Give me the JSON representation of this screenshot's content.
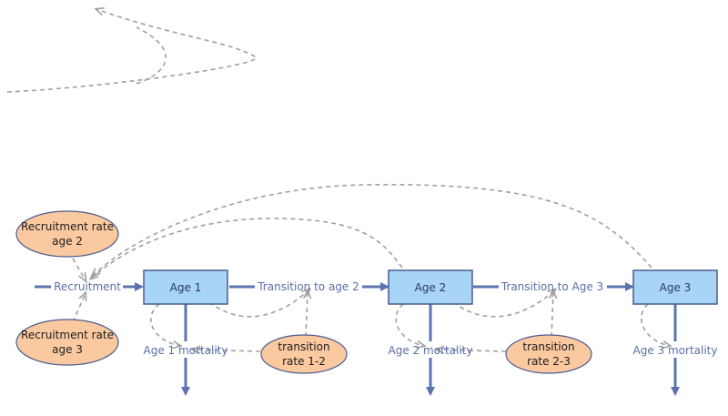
{
  "diagram": {
    "stocks": [
      {
        "id": "age1",
        "label": "Age 1"
      },
      {
        "id": "age2",
        "label": "Age 2"
      },
      {
        "id": "age3",
        "label": "Age 3"
      }
    ],
    "flows": {
      "recruitment": "Recruitment",
      "transition_1_2": "Transition to age 2",
      "transition_2_3": "Transition to Age 3",
      "mortality_1": "Age 1 mortality",
      "mortality_2": "Age 2 mortality",
      "mortality_3": "Age 3 mortality"
    },
    "converters": {
      "recruit_rate_2": {
        "line1": "Recruitment rate",
        "line2": "age 2"
      },
      "recruit_rate_3": {
        "line1": "Recruitment rate",
        "line2": "age 3"
      },
      "trans_rate_12": {
        "line1": "transition",
        "line2": "rate 1-2"
      },
      "trans_rate_23": {
        "line1": "transition",
        "line2": "rate 2-3"
      }
    },
    "colors": {
      "stock_fill": "#a8d4f5",
      "stock_stroke": "#4a5d8f",
      "converter_fill": "#fbc9a0",
      "converter_stroke": "#4a5d8f",
      "flow": "#5b74b0",
      "connector": "#a0a0a0"
    }
  }
}
